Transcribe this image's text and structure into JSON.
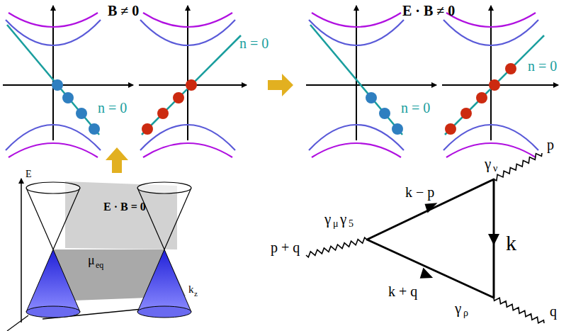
{
  "diagram": {
    "labels": [
      "B ≠ 0",
      "n = 0",
      "n = 0",
      "E · B ≠ 0",
      "n = 0",
      "n = 0",
      "E",
      "E · B = 0",
      "μ",
      "eq",
      "k",
      "z",
      "γ",
      "ν",
      "p",
      "k − p",
      "k",
      "γ",
      "μ",
      "γ",
      "5",
      "p + q",
      "k + q",
      "γ",
      "ρ",
      "q"
    ]
  }
}
